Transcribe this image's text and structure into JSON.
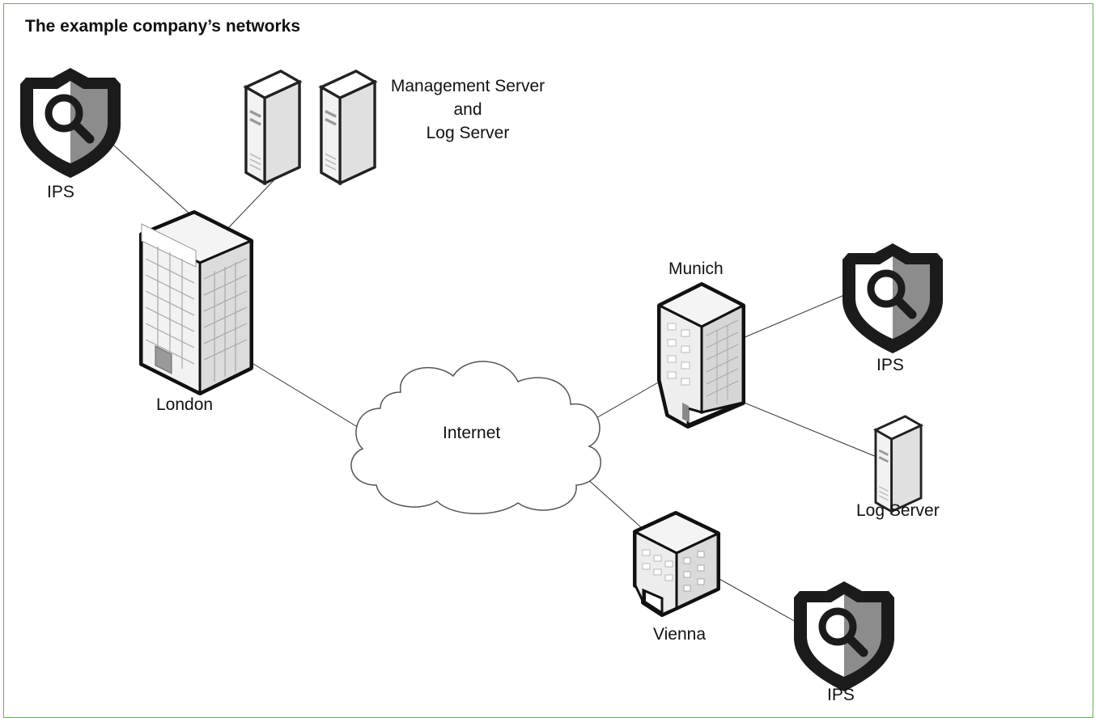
{
  "title": "The example company’s networks",
  "labels": {
    "ips_london": "IPS",
    "mgmt_line1": "Management Server",
    "mgmt_line2": "and",
    "mgmt_line3": "Log Server",
    "london": "London",
    "internet": "Internet",
    "munich": "Munich",
    "ips_munich": "IPS",
    "log_server": "Log Server",
    "vienna": "Vienna",
    "ips_vienna": "IPS"
  },
  "colors": {
    "frame": "#5dbb46",
    "outline": "#111111",
    "shield_light": "#ffffff",
    "shield_dark": "#8c8c8c"
  },
  "icons": [
    "shield-search-icon",
    "server-icon",
    "building-icon",
    "cloud-icon"
  ]
}
